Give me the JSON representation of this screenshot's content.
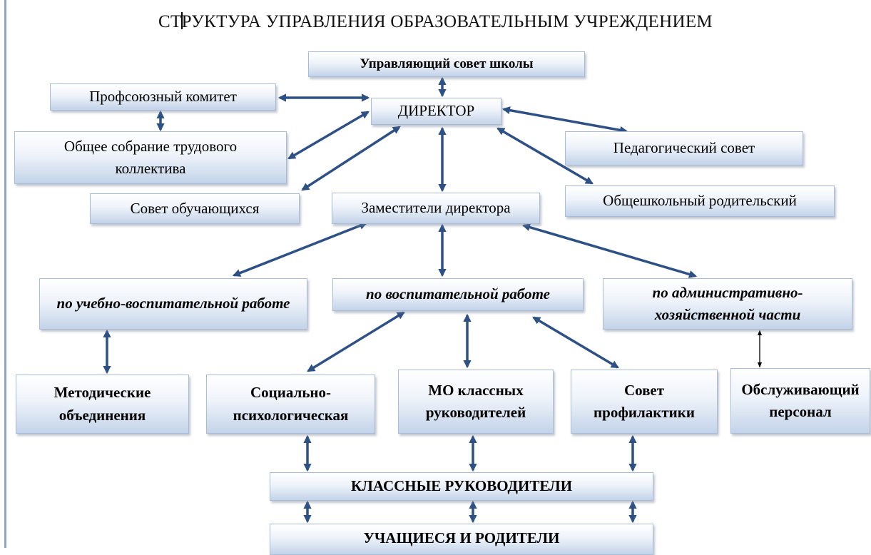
{
  "title_before_cursor": "СТ",
  "title_after_cursor": "РУКТУРА УПРАВЛЕНИЯ ОБРАЗОВАТЕЛЬНЫМ УЧРЕЖДЕНИЕМ",
  "boxes": {
    "council": "Управляющий совет школы",
    "union": "Профсоюзный комитет",
    "director": "ДИРЕКТОР",
    "general_meeting": "Общее собрание трудового коллектива",
    "ped_council": "Педагогический совет",
    "students_council": "Совет обучающихся",
    "deputies": "Заместители директора",
    "parents_council": "Общешкольный родительский",
    "deputy_study": "по учебно-воспитательной работе",
    "deputy_upbringing": "по воспитательной работе",
    "deputy_admin": "по административно-хозяйственной части",
    "methodical": "Методические объединения",
    "social": "Социально-психологическая",
    "mo_class": "МО классных руководителей",
    "prevention": "Совет профилактики",
    "service": "Обслуживающий персонал",
    "class_teachers": "КЛАССНЫЕ РУКОВОДИТЕЛИ",
    "students_parents": "УЧАЩИЕСЯ И РОДИТЕЛИ"
  },
  "colors": {
    "arrow": "#2e5185",
    "box_border": "#a9bdd8"
  }
}
